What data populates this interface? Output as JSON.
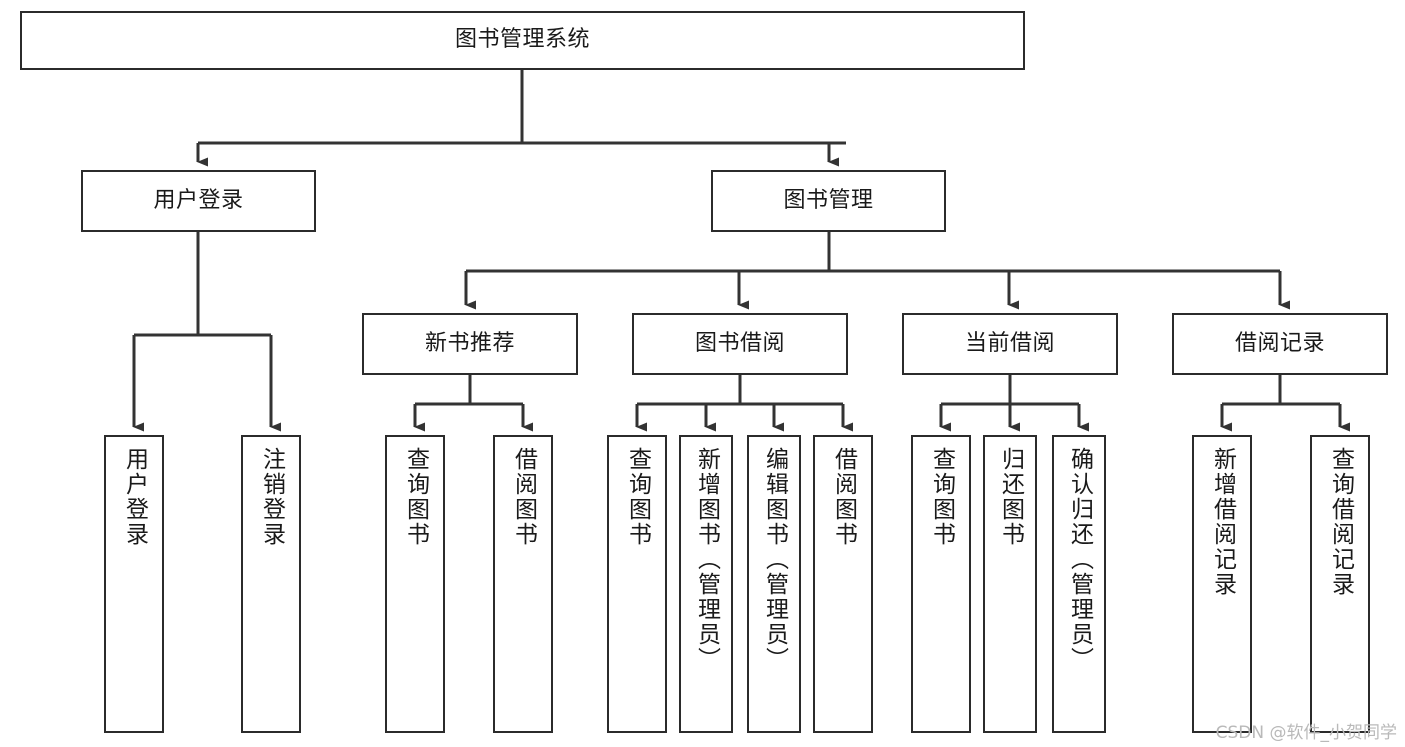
{
  "diagram": {
    "type": "tree",
    "title": "图书管理系统",
    "orientation": "top-down",
    "colors": {
      "box_border": "#2b2b2b",
      "box_fill": "#ffffff",
      "connector": "#333333",
      "text": "#1a1a1a",
      "watermark": "#b9b9b9",
      "background": "#ffffff"
    },
    "nodes": {
      "root": {
        "label": "图书管理系统"
      },
      "level2": [
        {
          "label": "用户登录"
        },
        {
          "label": "图书管理"
        }
      ],
      "level3": [
        {
          "label": "新书推荐"
        },
        {
          "label": "图书借阅"
        },
        {
          "label": "当前借阅"
        },
        {
          "label": "借阅记录"
        }
      ],
      "leaves": {
        "user_login": [
          {
            "label": "用户登录"
          },
          {
            "label": "注销登录"
          }
        ],
        "new_book_recommend": [
          {
            "label": "查询图书"
          },
          {
            "label": "借阅图书"
          }
        ],
        "book_borrow": [
          {
            "label": "查询图书"
          },
          {
            "label": "新增图书（管理员）"
          },
          {
            "label": "编辑图书（管理员）"
          },
          {
            "label": "借阅图书"
          }
        ],
        "current_borrow": [
          {
            "label": "查询图书"
          },
          {
            "label": "归还图书"
          },
          {
            "label": "确认归还（管理员）"
          }
        ],
        "borrow_record": [
          {
            "label": "新增借阅记录"
          },
          {
            "label": "查询借阅记录"
          }
        ]
      }
    }
  },
  "watermark": {
    "text": "CSDN @软件_小贺同学"
  }
}
